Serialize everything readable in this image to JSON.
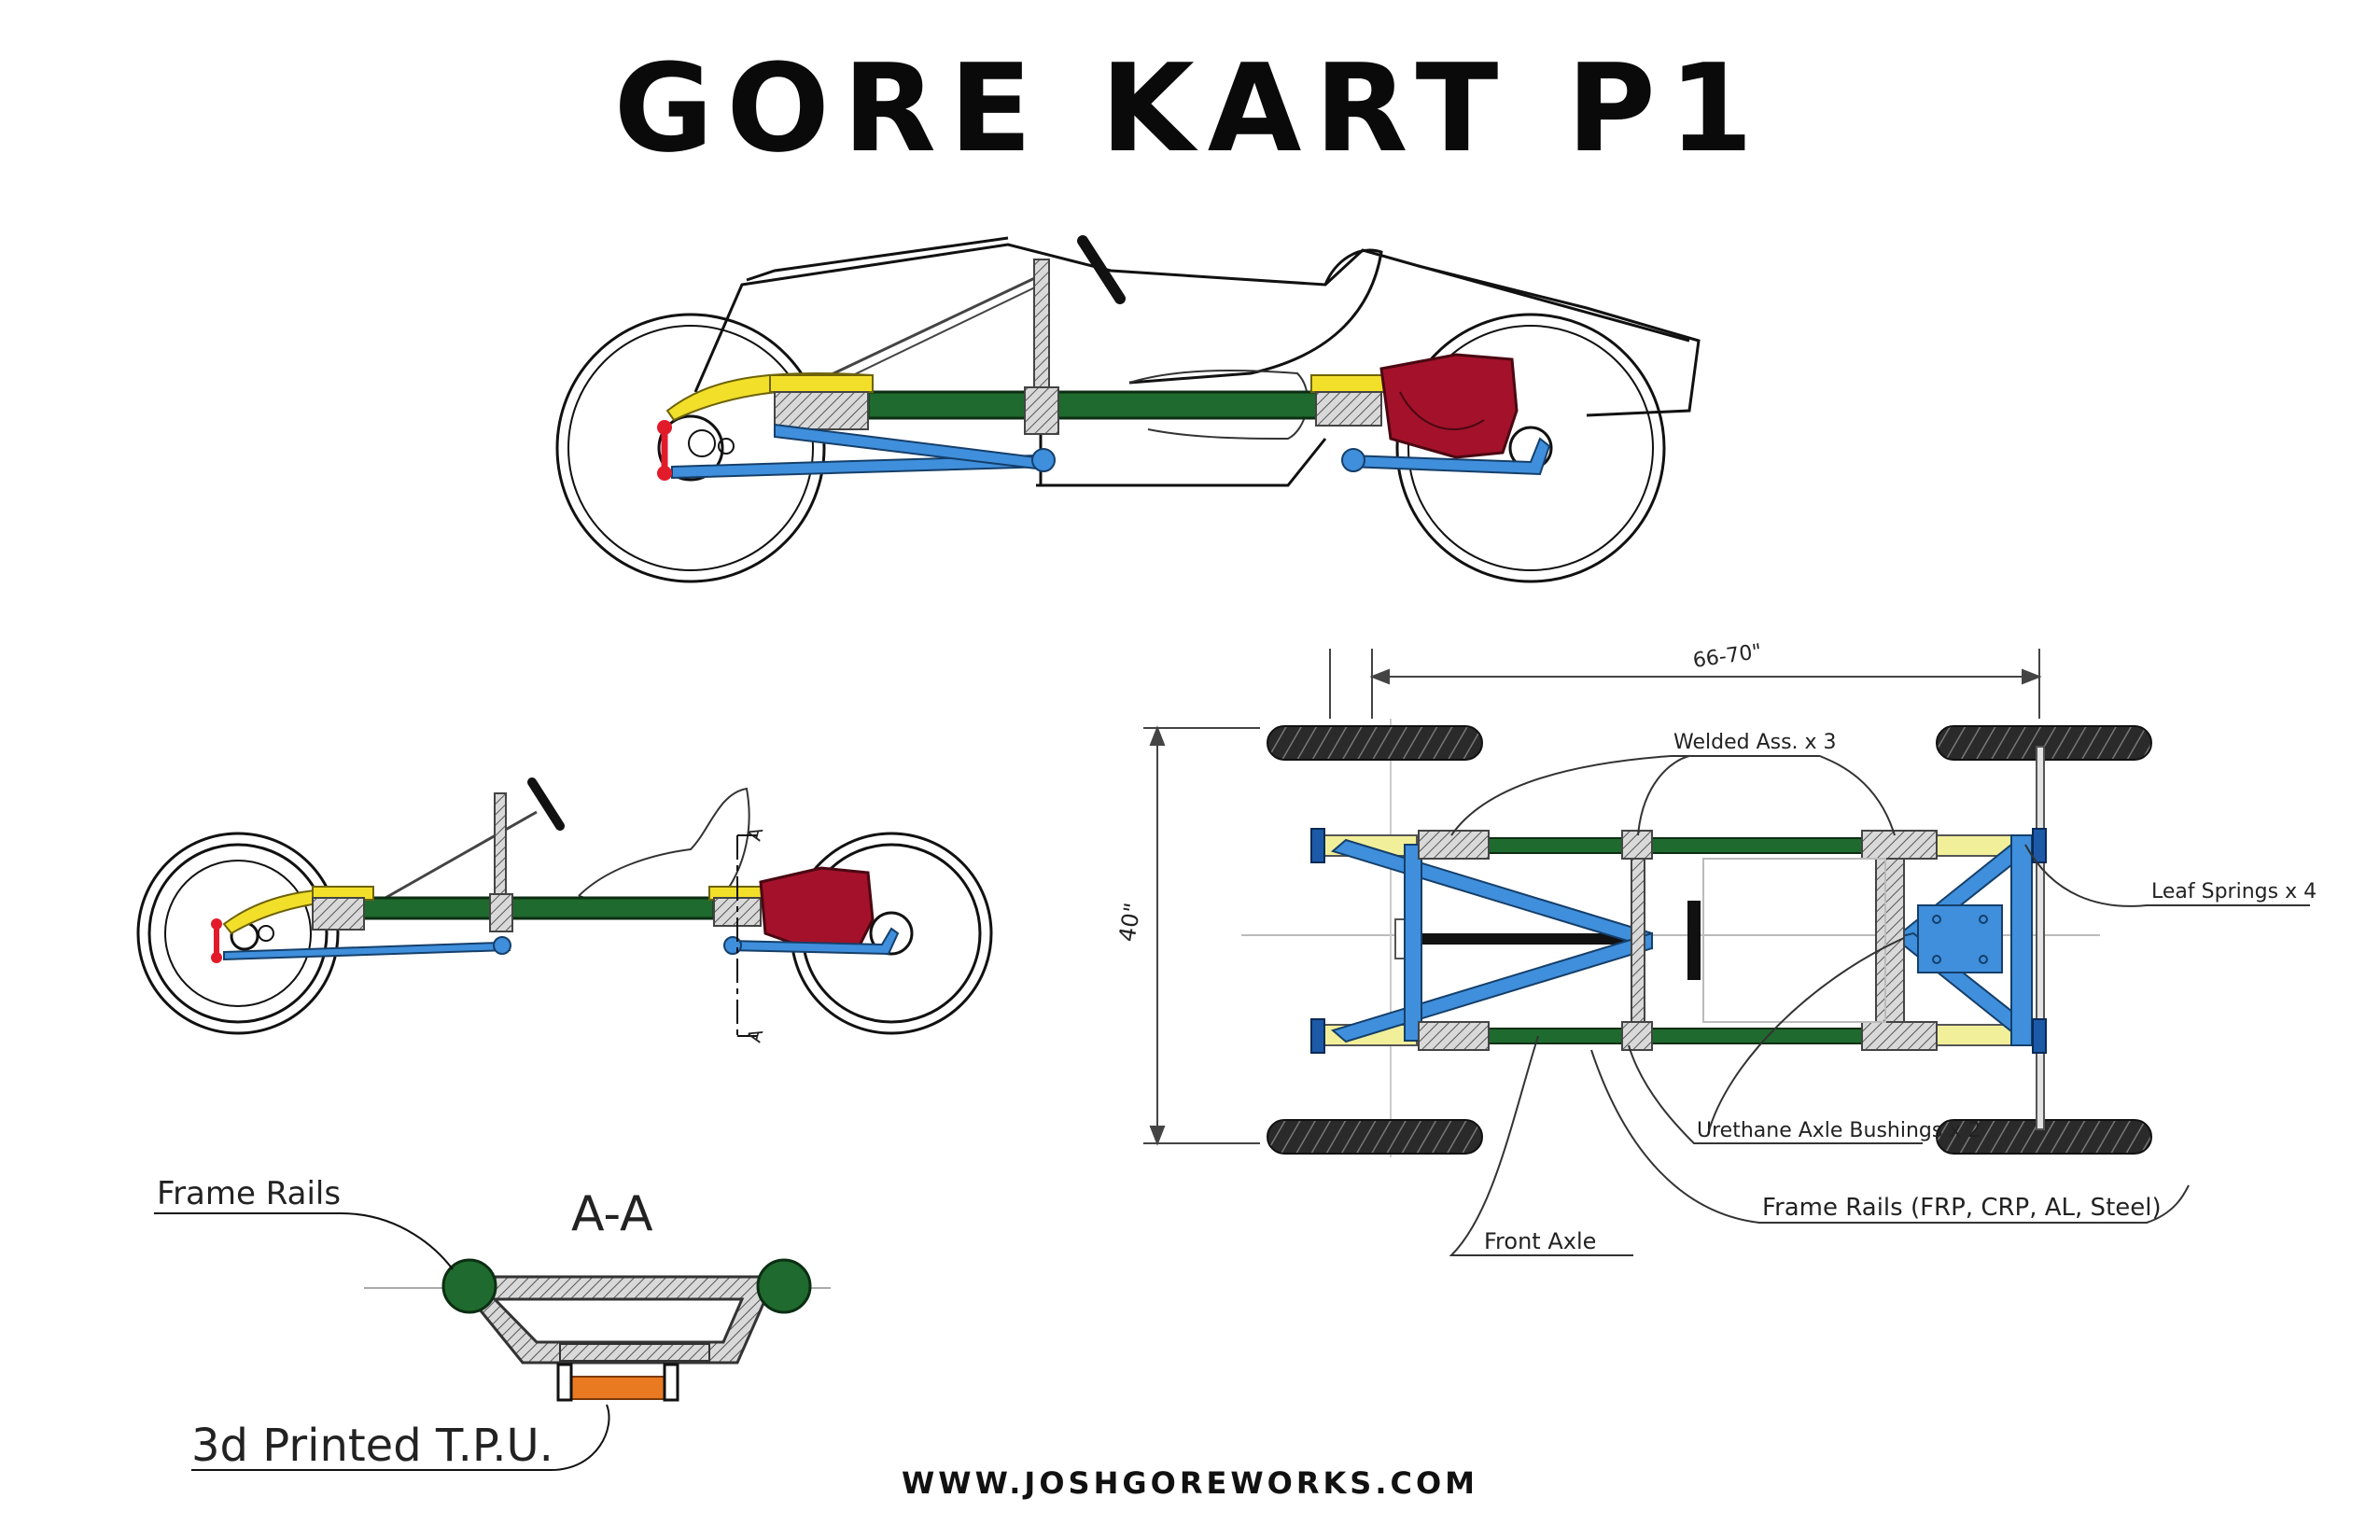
{
  "title": "GORE KART P1",
  "footer": "WWW.JOSHGOREWORKS.COM",
  "colors": {
    "frame_rail": "#1f6a2e",
    "leaf_spring": "#f2df2a",
    "suspension_arm": "#3f8fdc",
    "motor": "#a3122a",
    "tpu": "#ea7a22",
    "upright": "#e21b2b",
    "ink": "#111111"
  },
  "section_view": {
    "label": "A-A",
    "cut_mark_top": "A",
    "cut_mark_bottom": "A"
  },
  "callouts": {
    "frame_rails_section": "Frame Rails",
    "tpu": "3d Printed T.P.U.",
    "welded": "Welded Ass. x 3",
    "leaf_springs": "Leaf Springs x 4",
    "bushings": "Urethane Axle Bushings x 2",
    "frame_rails_top": "Frame Rails (FRP, CRP, AL, Steel)",
    "front_axle": "Front Axle"
  },
  "dimensions": {
    "wheelbase": "66-70\"",
    "track": "40\""
  }
}
